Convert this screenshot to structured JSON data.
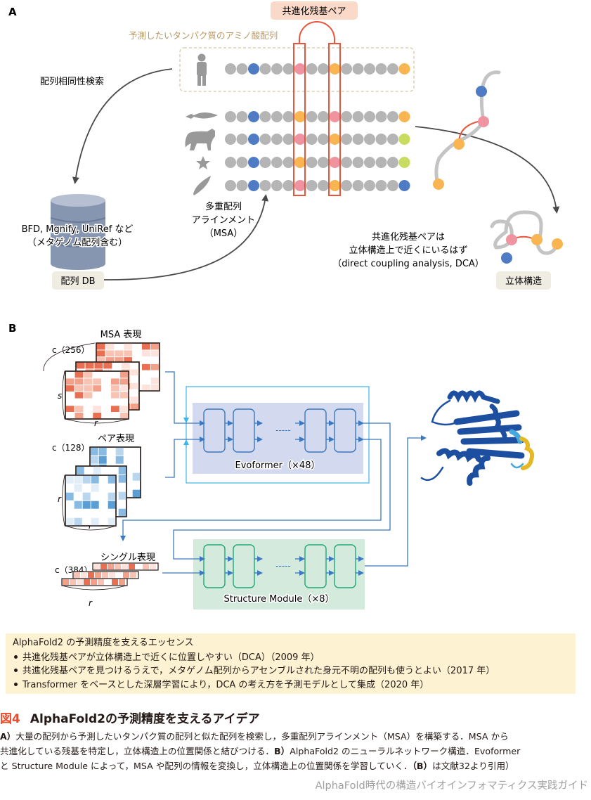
{
  "panel_a": {
    "label": "A",
    "coevolution_pair_badge": "共進化残基ペア",
    "target_sequence_label": "予測したいタンパク質のアミノ酸配列",
    "homology_search_label": "配列相同性検索",
    "database_description": [
      "BFD, Mgnify, UniRef など",
      "（メタゲノム配列含む）"
    ],
    "database_badge": "配列 DB",
    "msa_label": [
      "多重配列",
      "アラインメント",
      "（MSA）"
    ],
    "dca_note": [
      "共進化残基ペアは",
      "立体構造上で近くにいるはず",
      "（direct coupling analysis, DCA）"
    ],
    "structure_badge": "立体構造",
    "organisms": [
      "human",
      "fish",
      "cat",
      "starfish",
      "leaf"
    ],
    "residue_colors": {
      "g": "#b5b5b5",
      "b": "#4f7bc4",
      "p": "#f093a0",
      "o": "#f8b552",
      "l": "#c9dc62"
    },
    "sequences": [
      {
        "organism": "human",
        "residues": "ggbgggpggogggggo"
      },
      {
        "organism": "fish",
        "residues": "ggbgggoggpgggggo"
      },
      {
        "organism": "cat",
        "residues": "ggbgggpggogggggl"
      },
      {
        "organism": "starfish",
        "residues": "ggbgggoggpgggggl"
      },
      {
        "organism": "leaf",
        "residues": "ggbgggpggogggggb"
      }
    ],
    "coevolving_columns": [
      7,
      10
    ]
  },
  "panel_b": {
    "label": "B",
    "msa_repr": {
      "title": "MSA 表現",
      "c_label": "c（256）",
      "s_label": "s",
      "r_label": "r"
    },
    "pair_repr": {
      "title": "ペア表現",
      "c_label": "c（128）",
      "r_label": "r",
      "r_label2": "r"
    },
    "single_repr": {
      "title": "シングル表現",
      "c_label": "c（384）",
      "r_label": "r"
    },
    "evoformer_label": "Evoformer（×48）",
    "structure_module_label": "Structure Module（×8）",
    "ellipsis": "-----",
    "dots": "···"
  },
  "essence": {
    "title": "AlphaFold2 の予測精度を支えるエッセンス",
    "items": [
      "共進化残基ペアが立体構造上で近くに位置しやすい（DCA）（2009 年）",
      "共進化残基ペアを見つけるうえで，メタゲノム配列からアセンブルされた身元不明の配列も使うとよい（2017 年）",
      "Transformer をベースとした深層学習により，DCA の考え方を予測モデルとして集成（2020 年）"
    ]
  },
  "caption": {
    "figure_number": "図4",
    "title": "AlphaFold2の予測精度を支えるアイデア",
    "line1_a": "A）",
    "line1": "大量の配列から予測したいタンパク質の配列と似た配列を検索し，多重配列アラインメント（MSA）を構築する．MSA から",
    "line2_pre": "共進化している残基を特定し，立体構造上の位置関係と結びつける．",
    "line2_b": "B）",
    "line2_post": "AlphaFold2 のニューラルネットワーク構造．Evoformer",
    "line3_pre": "と Structure Module によって，MSA や配列の情報を変換し，立体構造上の位置関係を学習していく．",
    "line3_b": "（B）",
    "line3_post": "は文献32より引用）"
  },
  "book_title": "AlphaFold時代の構造バイオインフォマティクス実践ガイド"
}
